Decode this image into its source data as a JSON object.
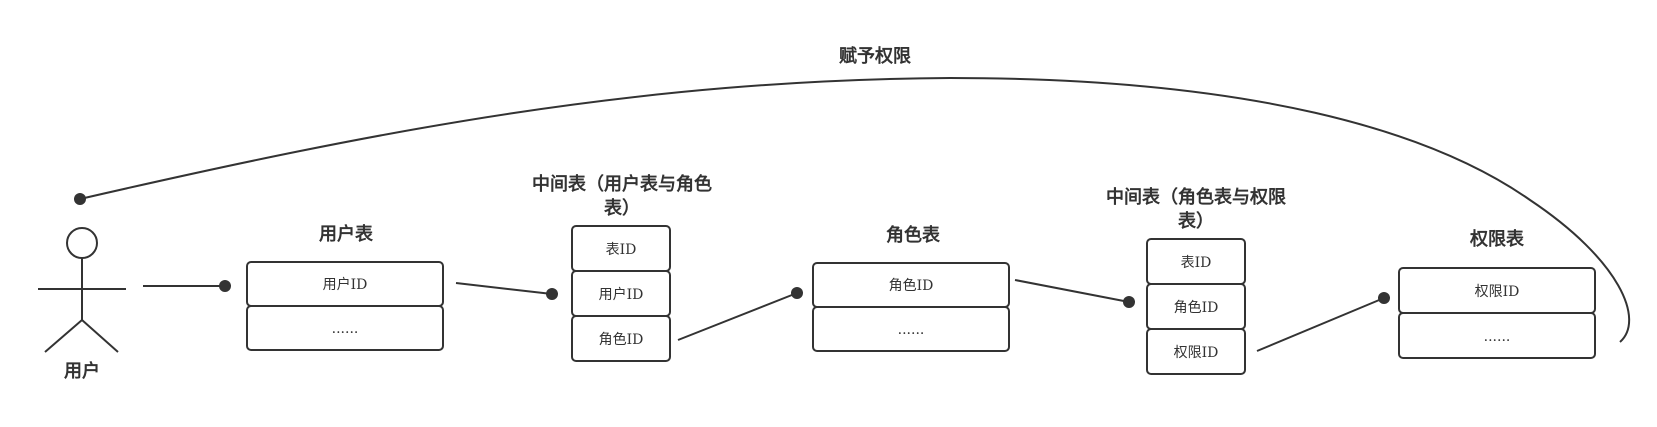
{
  "actor": {
    "label": "用户"
  },
  "grant_label": "赋予权限",
  "tables": {
    "user": {
      "title": "用户表",
      "rows": [
        "用户ID",
        "......"
      ]
    },
    "user_role": {
      "title_line1": "中间表（用户表与角色",
      "title_line2": "表）",
      "rows": [
        "表ID",
        "用户ID",
        "角色ID"
      ]
    },
    "role": {
      "title": "角色表",
      "rows": [
        "角色ID",
        "......"
      ]
    },
    "role_permission": {
      "title_line1": "中间表（角色表与权限",
      "title_line2": "表）",
      "rows": [
        "表ID",
        "角色ID",
        "权限ID"
      ]
    },
    "permission": {
      "title": "权限表",
      "rows": [
        "权限ID",
        "......"
      ]
    }
  },
  "colors": {
    "stroke": "#333333",
    "background": "#ffffff"
  }
}
